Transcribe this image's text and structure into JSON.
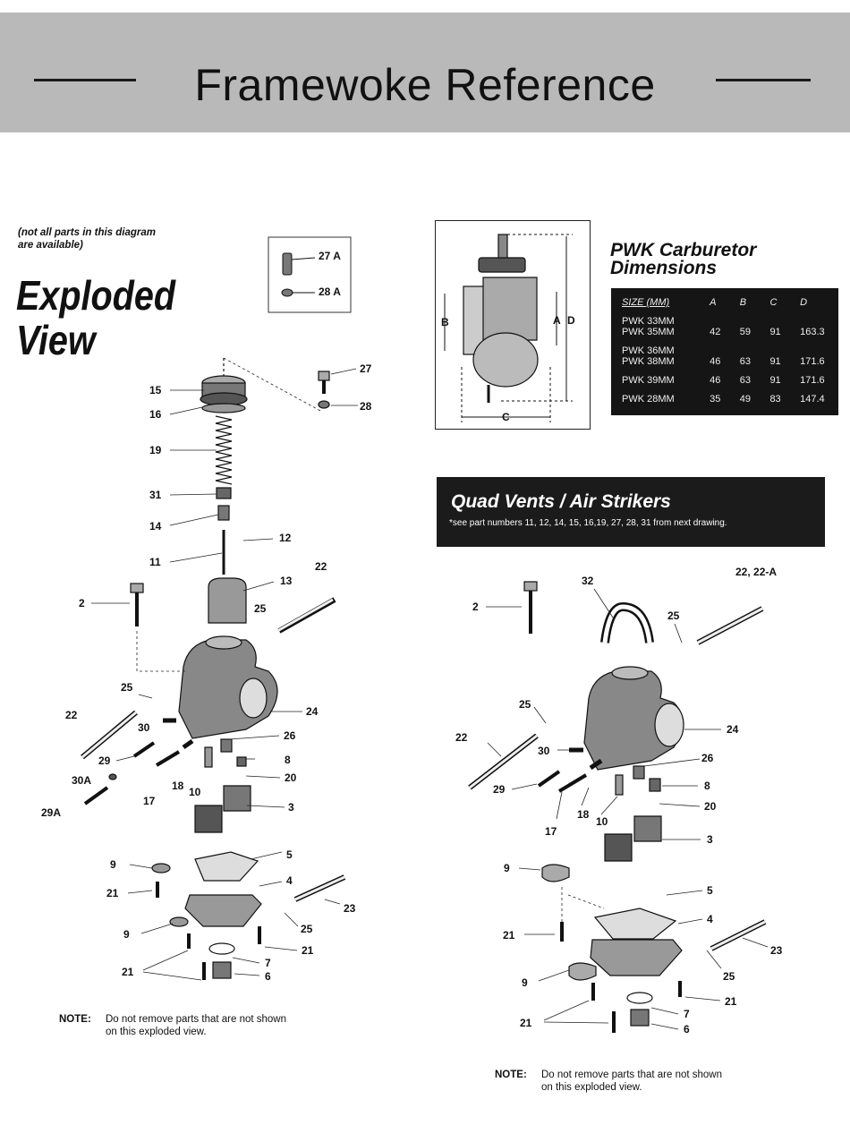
{
  "header": {
    "title": "Framewoke Reference"
  },
  "left": {
    "availability_note": [
      "(not all parts in this diagram",
      "are available)"
    ],
    "title_line1": "Exploded",
    "title_line2": "View",
    "inset_labels": [
      "27 A",
      "28 A"
    ],
    "labels": [
      "27",
      "28",
      "15",
      "16",
      "19",
      "31",
      "14",
      "12",
      "11",
      "13",
      "22",
      "2",
      "25",
      "25",
      "24",
      "22",
      "30",
      "26",
      "29",
      "8",
      "20",
      "30A",
      "17",
      "18",
      "10",
      "3",
      "29A",
      "9",
      "5",
      "4",
      "21",
      "23",
      "25",
      "9",
      "21",
      "7",
      "21",
      "6"
    ],
    "note_label": "NOTE:",
    "note_text": [
      "Do not remove parts that are not shown",
      "on this exploded view."
    ]
  },
  "dimensions": {
    "diagram_labels": {
      "a": "A",
      "b": "B",
      "c": "C",
      "d": "D"
    },
    "title_line1": "PWK Carburetor",
    "title_line2": "Dimensions",
    "columns": [
      "SIZE (MM)",
      "A",
      "B",
      "C",
      "D"
    ],
    "rows": [
      {
        "size": [
          "PWK 33MM",
          "PWK 35MM"
        ],
        "a": "42",
        "b": "59",
        "c": "91",
        "d": "163.3"
      },
      {
        "size": [
          "PWK 36MM",
          "PWK 38MM"
        ],
        "a": "46",
        "b": "63",
        "c": "91",
        "d": "171.6"
      },
      {
        "size": [
          "PWK 39MM"
        ],
        "a": "46",
        "b": "63",
        "c": "91",
        "d": "171.6"
      },
      {
        "size": [
          "PWK 28MM"
        ],
        "a": "35",
        "b": "49",
        "c": "83",
        "d": "147.4"
      }
    ]
  },
  "quad": {
    "title": "Quad Vents / Air Strikers",
    "subtitle": "*see part numbers 11, 12, 14, 15, 16,19, 27, 28, 31 from next drawing.",
    "labels": [
      "32",
      "22, 22-A",
      "2",
      "25",
      "25",
      "24",
      "22",
      "30",
      "26",
      "29",
      "8",
      "20",
      "18",
      "17",
      "10",
      "3",
      "9",
      "5",
      "4",
      "21",
      "23",
      "25",
      "9",
      "21",
      "7",
      "21",
      "6"
    ],
    "note_label": "NOTE:",
    "note_text": [
      "Do not remove parts that are not shown",
      "on this exploded view."
    ]
  }
}
